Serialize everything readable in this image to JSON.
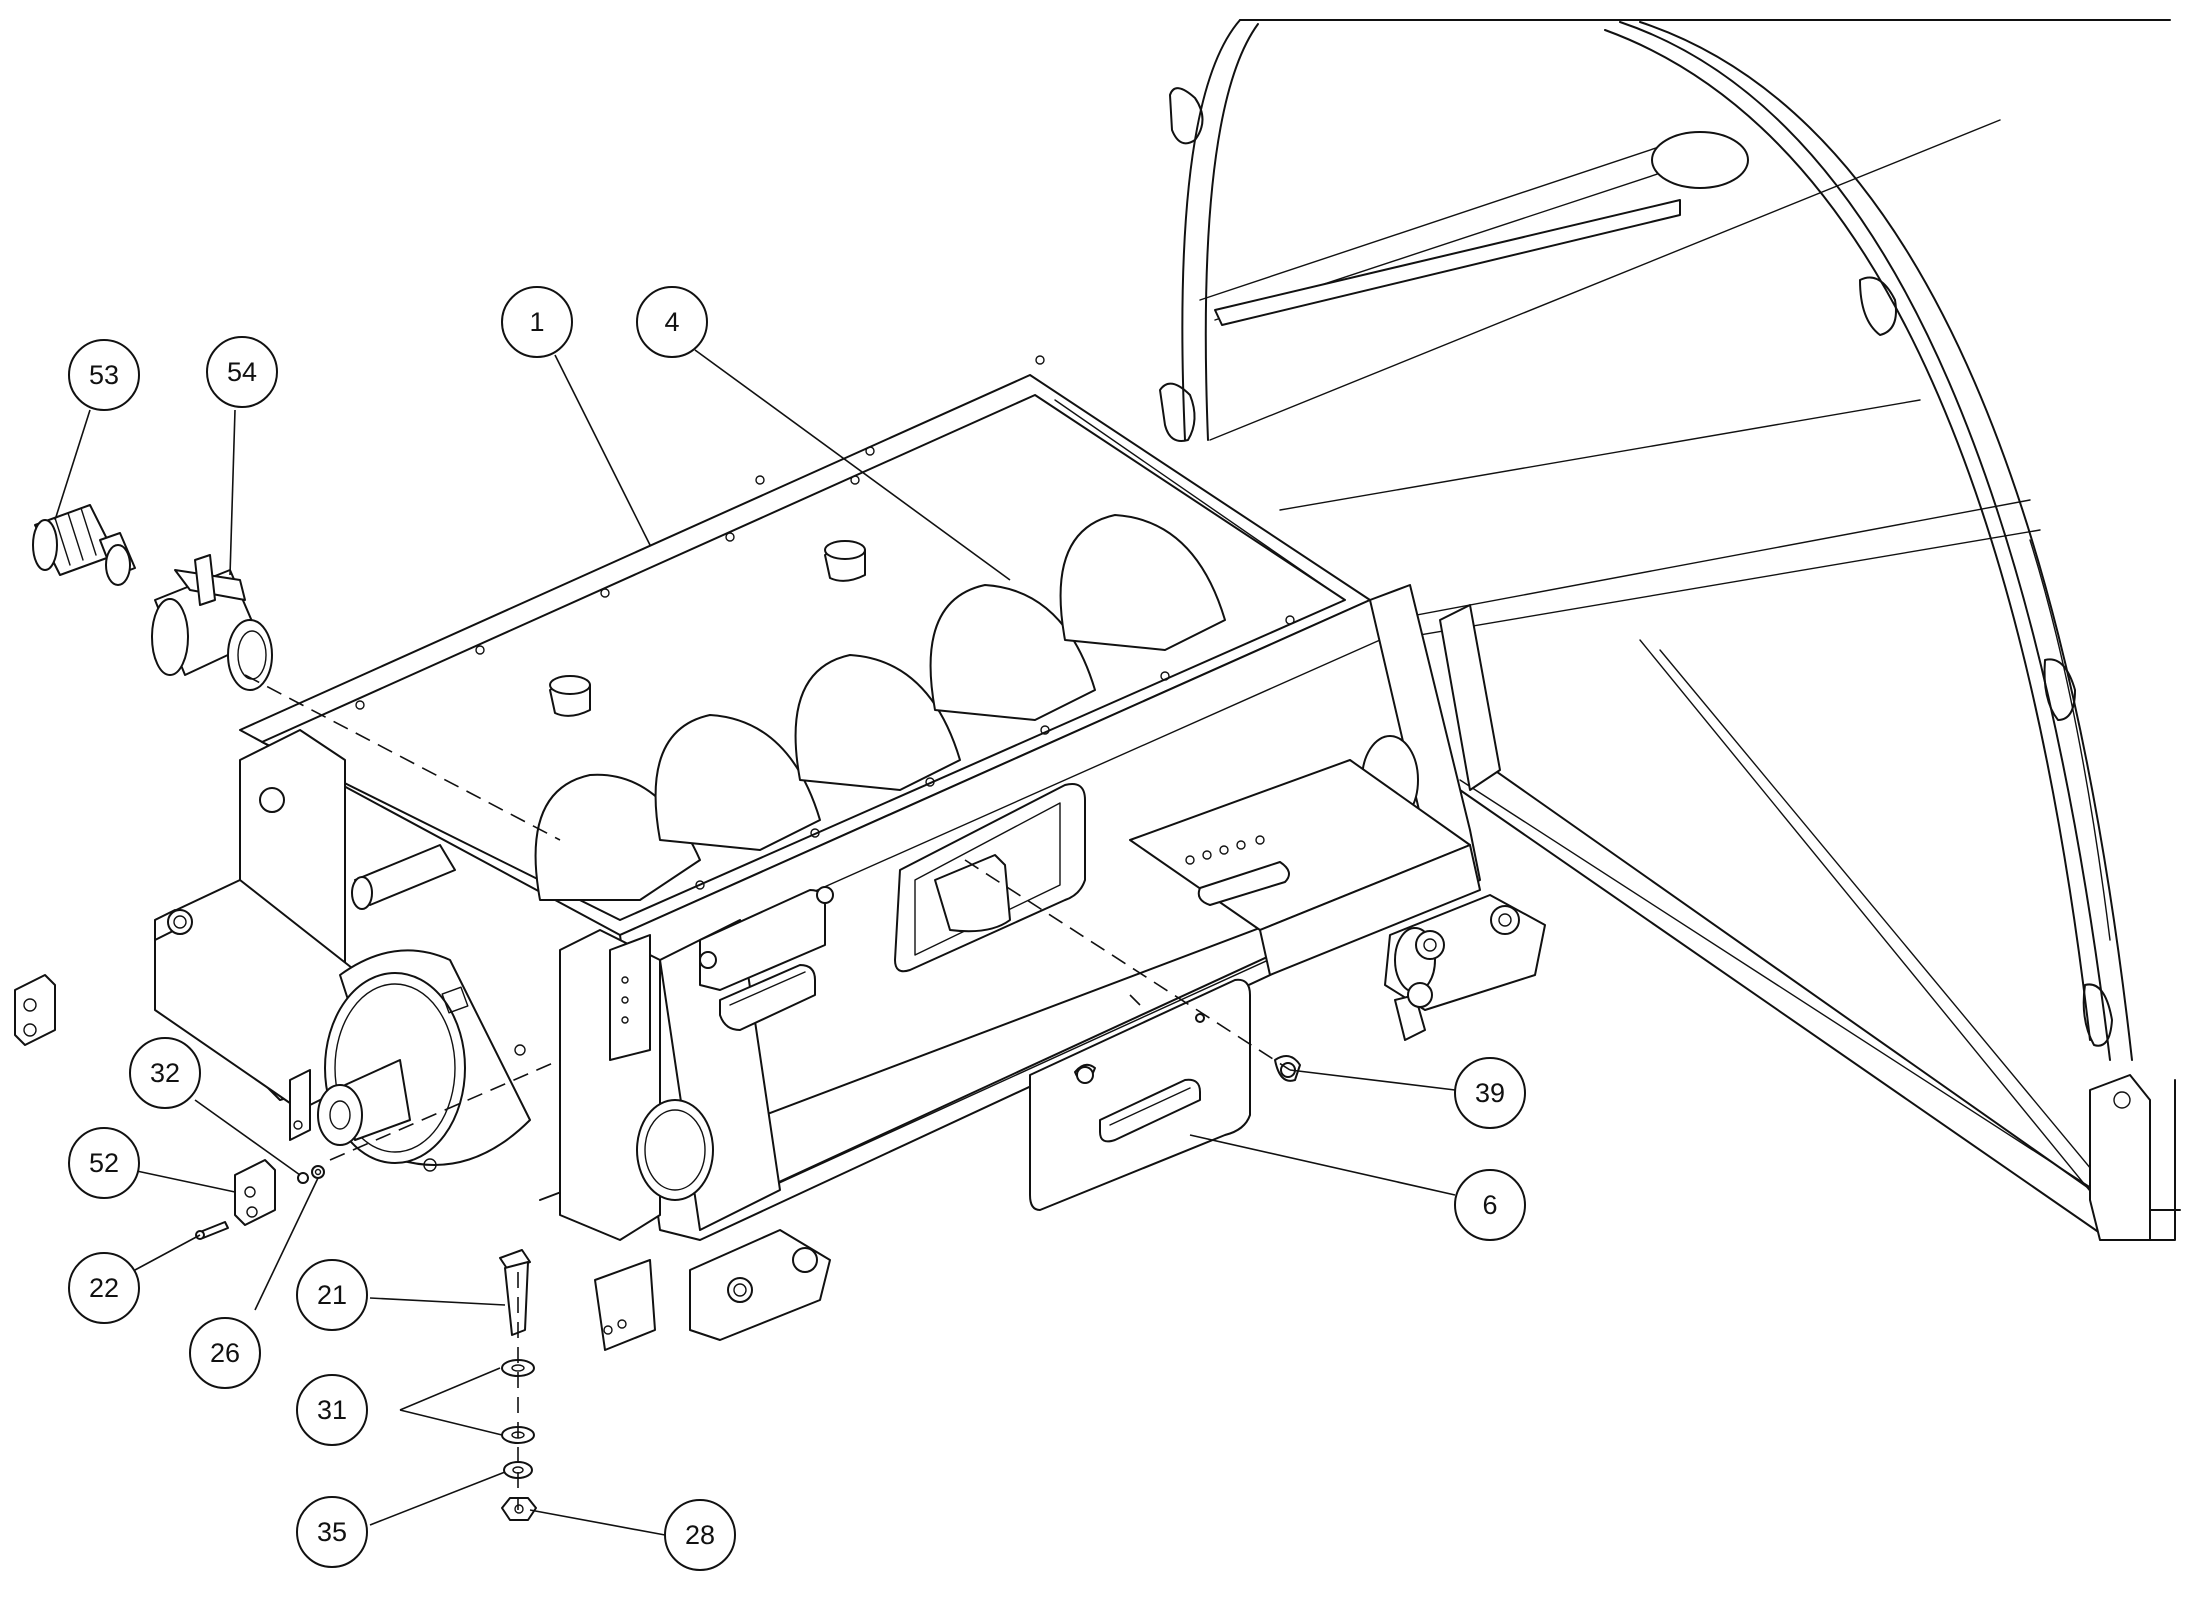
{
  "drawing": {
    "callouts": [
      {
        "id": "1",
        "label": "1"
      },
      {
        "id": "4",
        "label": "4"
      },
      {
        "id": "53",
        "label": "53"
      },
      {
        "id": "54",
        "label": "54"
      },
      {
        "id": "32",
        "label": "32"
      },
      {
        "id": "52",
        "label": "52"
      },
      {
        "id": "22",
        "label": "22"
      },
      {
        "id": "26",
        "label": "26"
      },
      {
        "id": "21",
        "label": "21"
      },
      {
        "id": "31",
        "label": "31"
      },
      {
        "id": "35",
        "label": "35"
      },
      {
        "id": "28",
        "label": "28"
      },
      {
        "id": "39",
        "label": "39"
      },
      {
        "id": "6",
        "label": "6"
      }
    ]
  }
}
